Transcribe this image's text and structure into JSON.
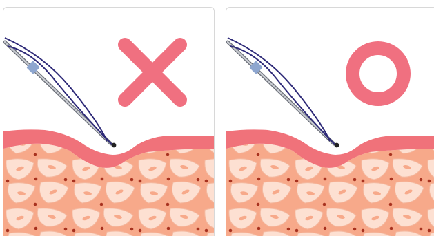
{
  "panels": [
    {
      "id": "left",
      "verdict": "incorrect",
      "verdict_icon": "cross-icon",
      "needle_icon": "needle-icon"
    },
    {
      "id": "right",
      "verdict": "correct",
      "verdict_icon": "circle-icon",
      "needle_icon": "needle-icon"
    }
  ],
  "colors": {
    "verdict_mark": "#f07080",
    "skin_surface": "#f0727a",
    "skin_tissue": "#f7a98a",
    "cell_fill": "#fde0d2",
    "cell_stroke": "#f4b9a0",
    "cell_dot": "#a8321f",
    "needle_thread": "#2e2a78",
    "needle_metal": "#9a9ea8",
    "needle_clip": "#8ea6cf"
  }
}
